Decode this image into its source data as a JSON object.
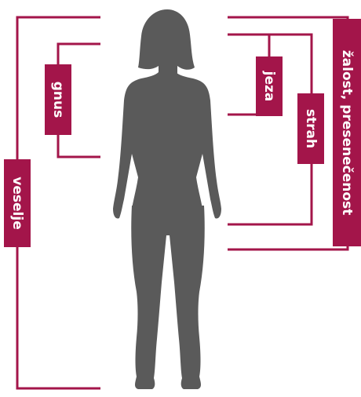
{
  "colors": {
    "accent": "#a3154a",
    "silhouette": "#5a5a5a",
    "label_text": "#ffffff",
    "background": "#ffffff"
  },
  "labels": {
    "veselje": "veselje",
    "gnus": "gnus",
    "jeza": "jeza",
    "strah": "strah",
    "zalost": "žalost, presenečenost"
  }
}
